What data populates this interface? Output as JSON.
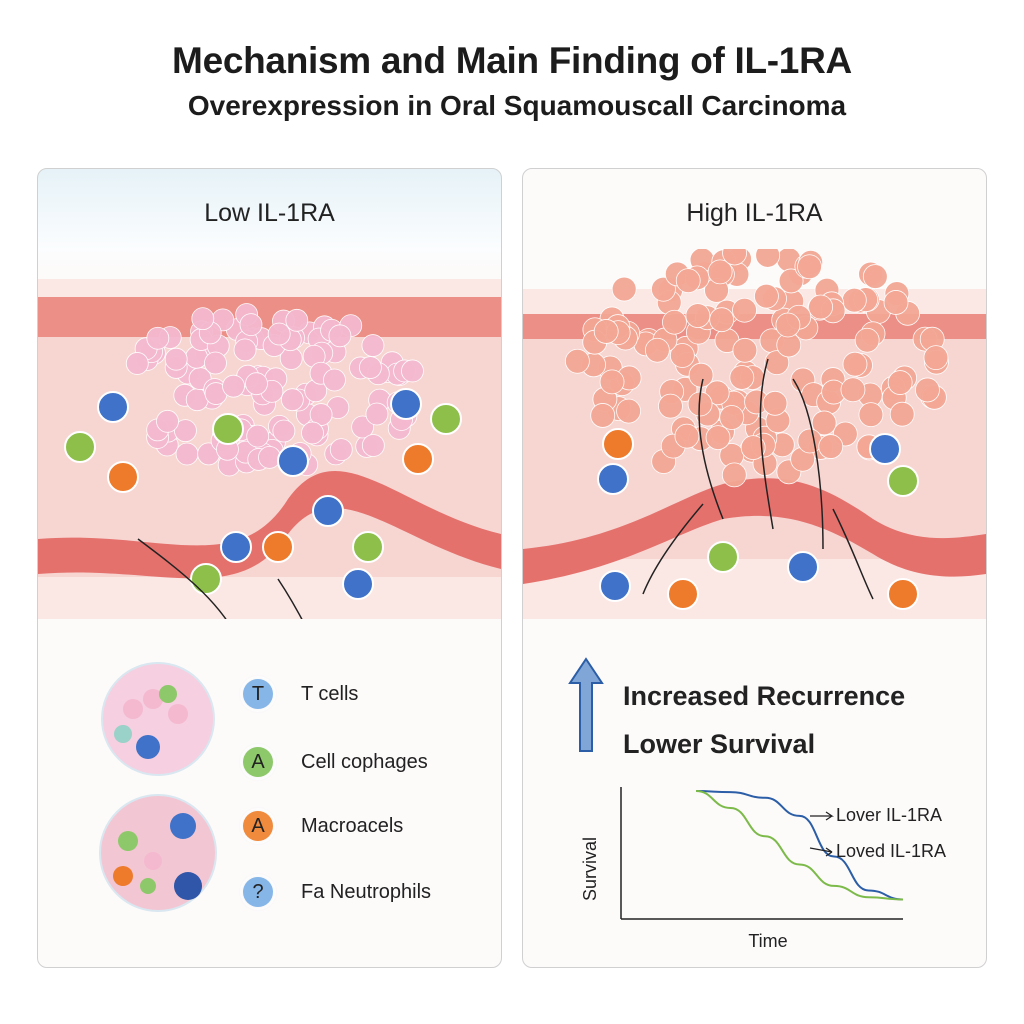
{
  "title": "Mechanism and Main Finding of IL-1RA",
  "subtitle": "Overexpression in Oral Squamouscall Carcinoma",
  "left_panel": {
    "heading": "Low IL-1RA",
    "legend": [
      {
        "badge": "T",
        "label": "T cells",
        "color": "#86b6e8"
      },
      {
        "badge": "A",
        "label": "Cell cophages",
        "color": "#8dc86a"
      },
      {
        "badge": "A",
        "label": "Macroacels",
        "color": "#f08a3c"
      },
      {
        "badge": "?",
        "label": "Fa Neutrophils",
        "color": "#86b6e8"
      }
    ]
  },
  "right_panel": {
    "heading": "High IL-1RA",
    "outcome_line1": "Increased Recurrence",
    "outcome_line2": "Lower Survival",
    "arrow_color": "#7fa6d6"
  },
  "chart_data": {
    "type": "line",
    "title": "",
    "xlabel": "Time",
    "ylabel": "Survival",
    "series": [
      {
        "name": "Lover IL-1RA",
        "color": "#2b5ea6",
        "x": [
          0,
          1,
          2,
          3,
          4,
          5,
          6
        ],
        "y": [
          1.0,
          0.99,
          0.94,
          0.78,
          0.42,
          0.12,
          0.04
        ]
      },
      {
        "name": "Loved IL-1RA",
        "color": "#7cba4a",
        "x": [
          0,
          1,
          2,
          3,
          4,
          5,
          6
        ],
        "y": [
          1.0,
          0.85,
          0.6,
          0.35,
          0.16,
          0.06,
          0.04
        ]
      }
    ]
  },
  "colors": {
    "t_cell": "#3f72c8",
    "macrophage": "#8dbf4a",
    "neutrophil": "#ee7a2c",
    "tumor_low": "#f4b9cf",
    "tumor_high": "#f3a794",
    "vessel": "#e97c78"
  }
}
